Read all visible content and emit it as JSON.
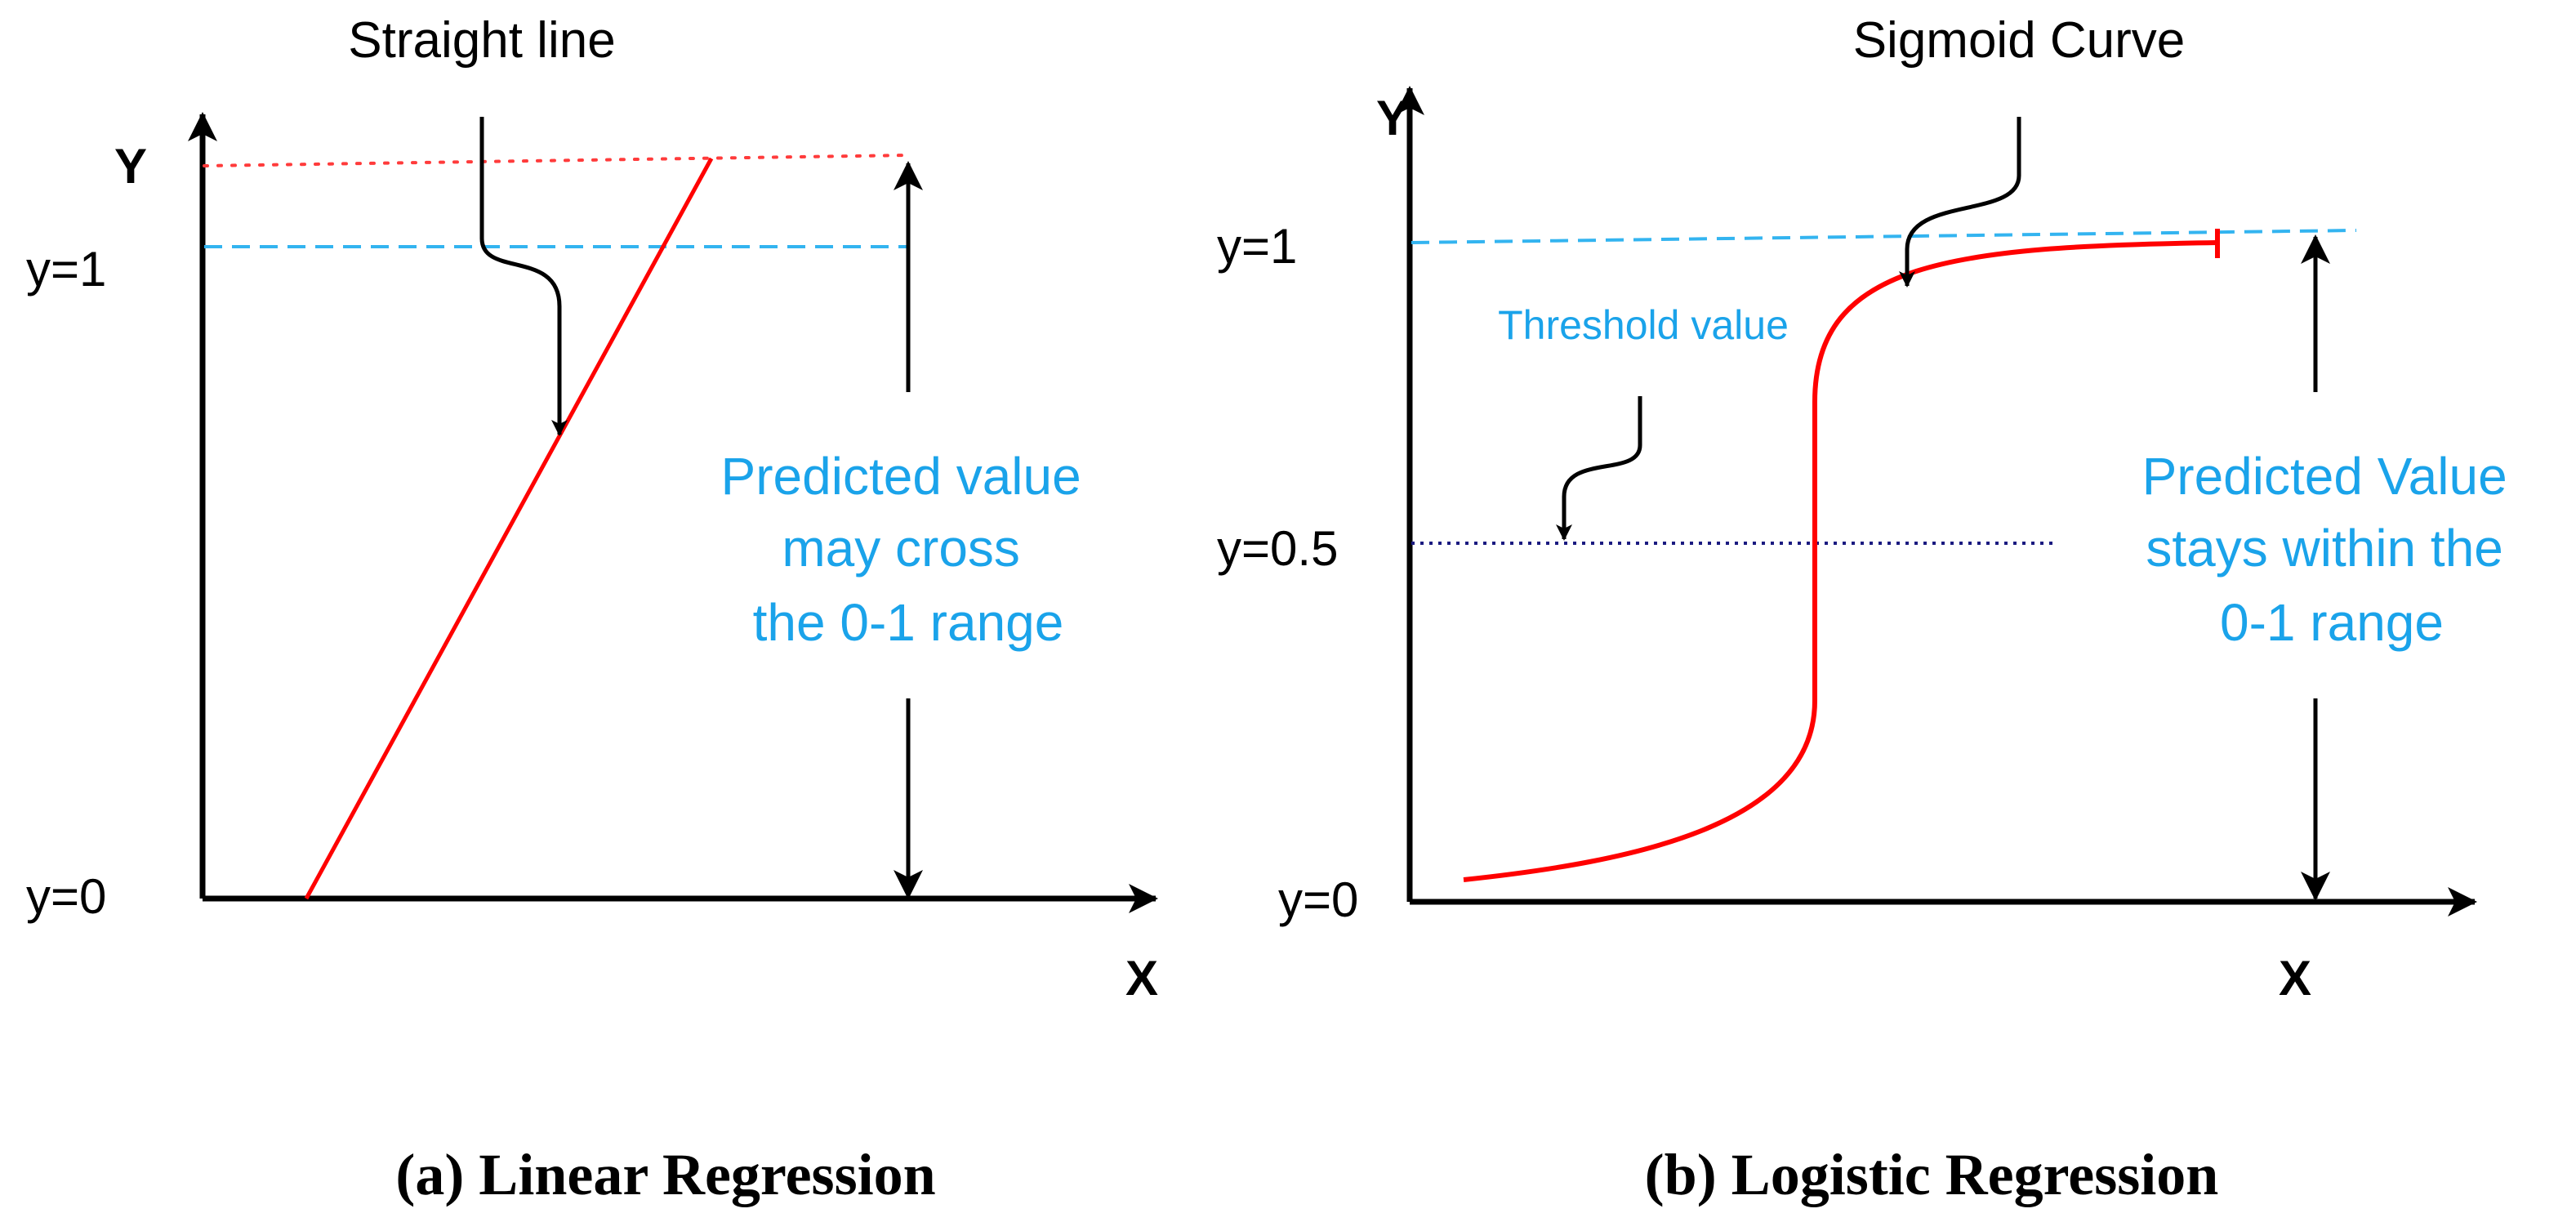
{
  "colors": {
    "axis": "#000000",
    "curve": "#ff0000",
    "limit_line": "#ff3b3b",
    "threshold_dash": "#33b4f0",
    "half_line": "#1a1a80",
    "note_text": "#1aa3ea"
  },
  "panel_a": {
    "pointer_label": "Straight line",
    "axis_y": "Y",
    "axis_x": "X",
    "tick_one": "y=1",
    "tick_zero": "y=0",
    "note_lines": [
      "Predicted value",
      "may cross",
      "the 0-1 range"
    ],
    "caption": "(a) Linear Regression"
  },
  "panel_b": {
    "pointer_label": "Sigmoid Curve",
    "threshold_label": "Threshold value",
    "axis_y": "Y",
    "axis_x": "X",
    "tick_one": "y=1",
    "tick_half": "y=0.5",
    "tick_zero": "y=0",
    "note_lines": [
      "Predicted Value",
      "stays within the",
      "0-1 range"
    ],
    "caption": "(b) Logistic Regression"
  }
}
